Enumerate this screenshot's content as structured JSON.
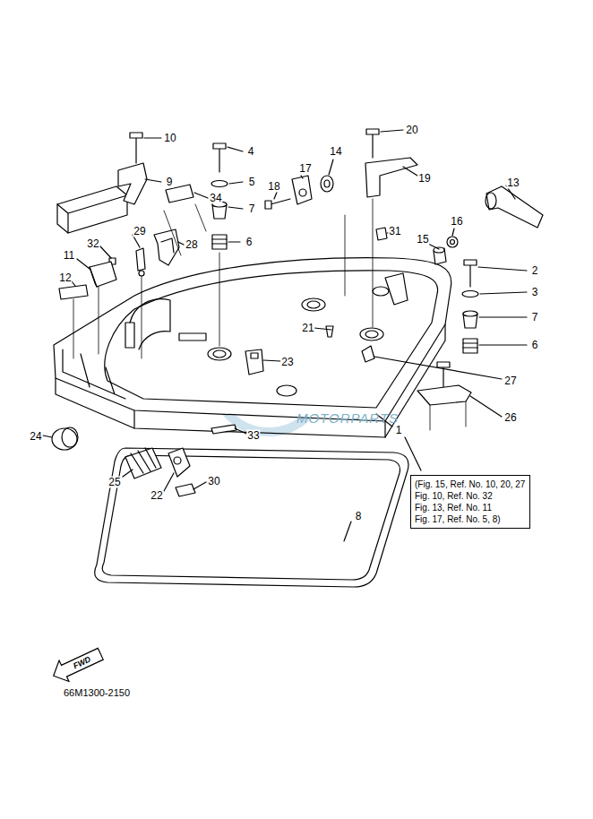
{
  "diagram": {
    "nodes": [
      {
        "text": [
          "(Fig. 15, Ref. No. 10, 20, 27",
          "Fig. 10, Ref. No. 32",
          "Fig. 13, Ref. No. 11",
          "Fig. 17, Ref. No. 5, 8)"
        ]
      },
      {
        "text": [
          "FWD"
        ]
      }
    ],
    "labels": [
      "10",
      "9",
      "4",
      "5",
      "7",
      "6",
      "34",
      "28",
      "29",
      "32",
      "11",
      "12",
      "17",
      "14",
      "18",
      "20",
      "19",
      "13",
      "16",
      "15",
      "2",
      "3",
      "7",
      "6",
      "31",
      "21",
      "23",
      "27",
      "26",
      "1",
      "24",
      "25",
      "33",
      "22",
      "30",
      "8",
      "66M1300-2150",
      "MOTORPARTS"
    ]
  }
}
